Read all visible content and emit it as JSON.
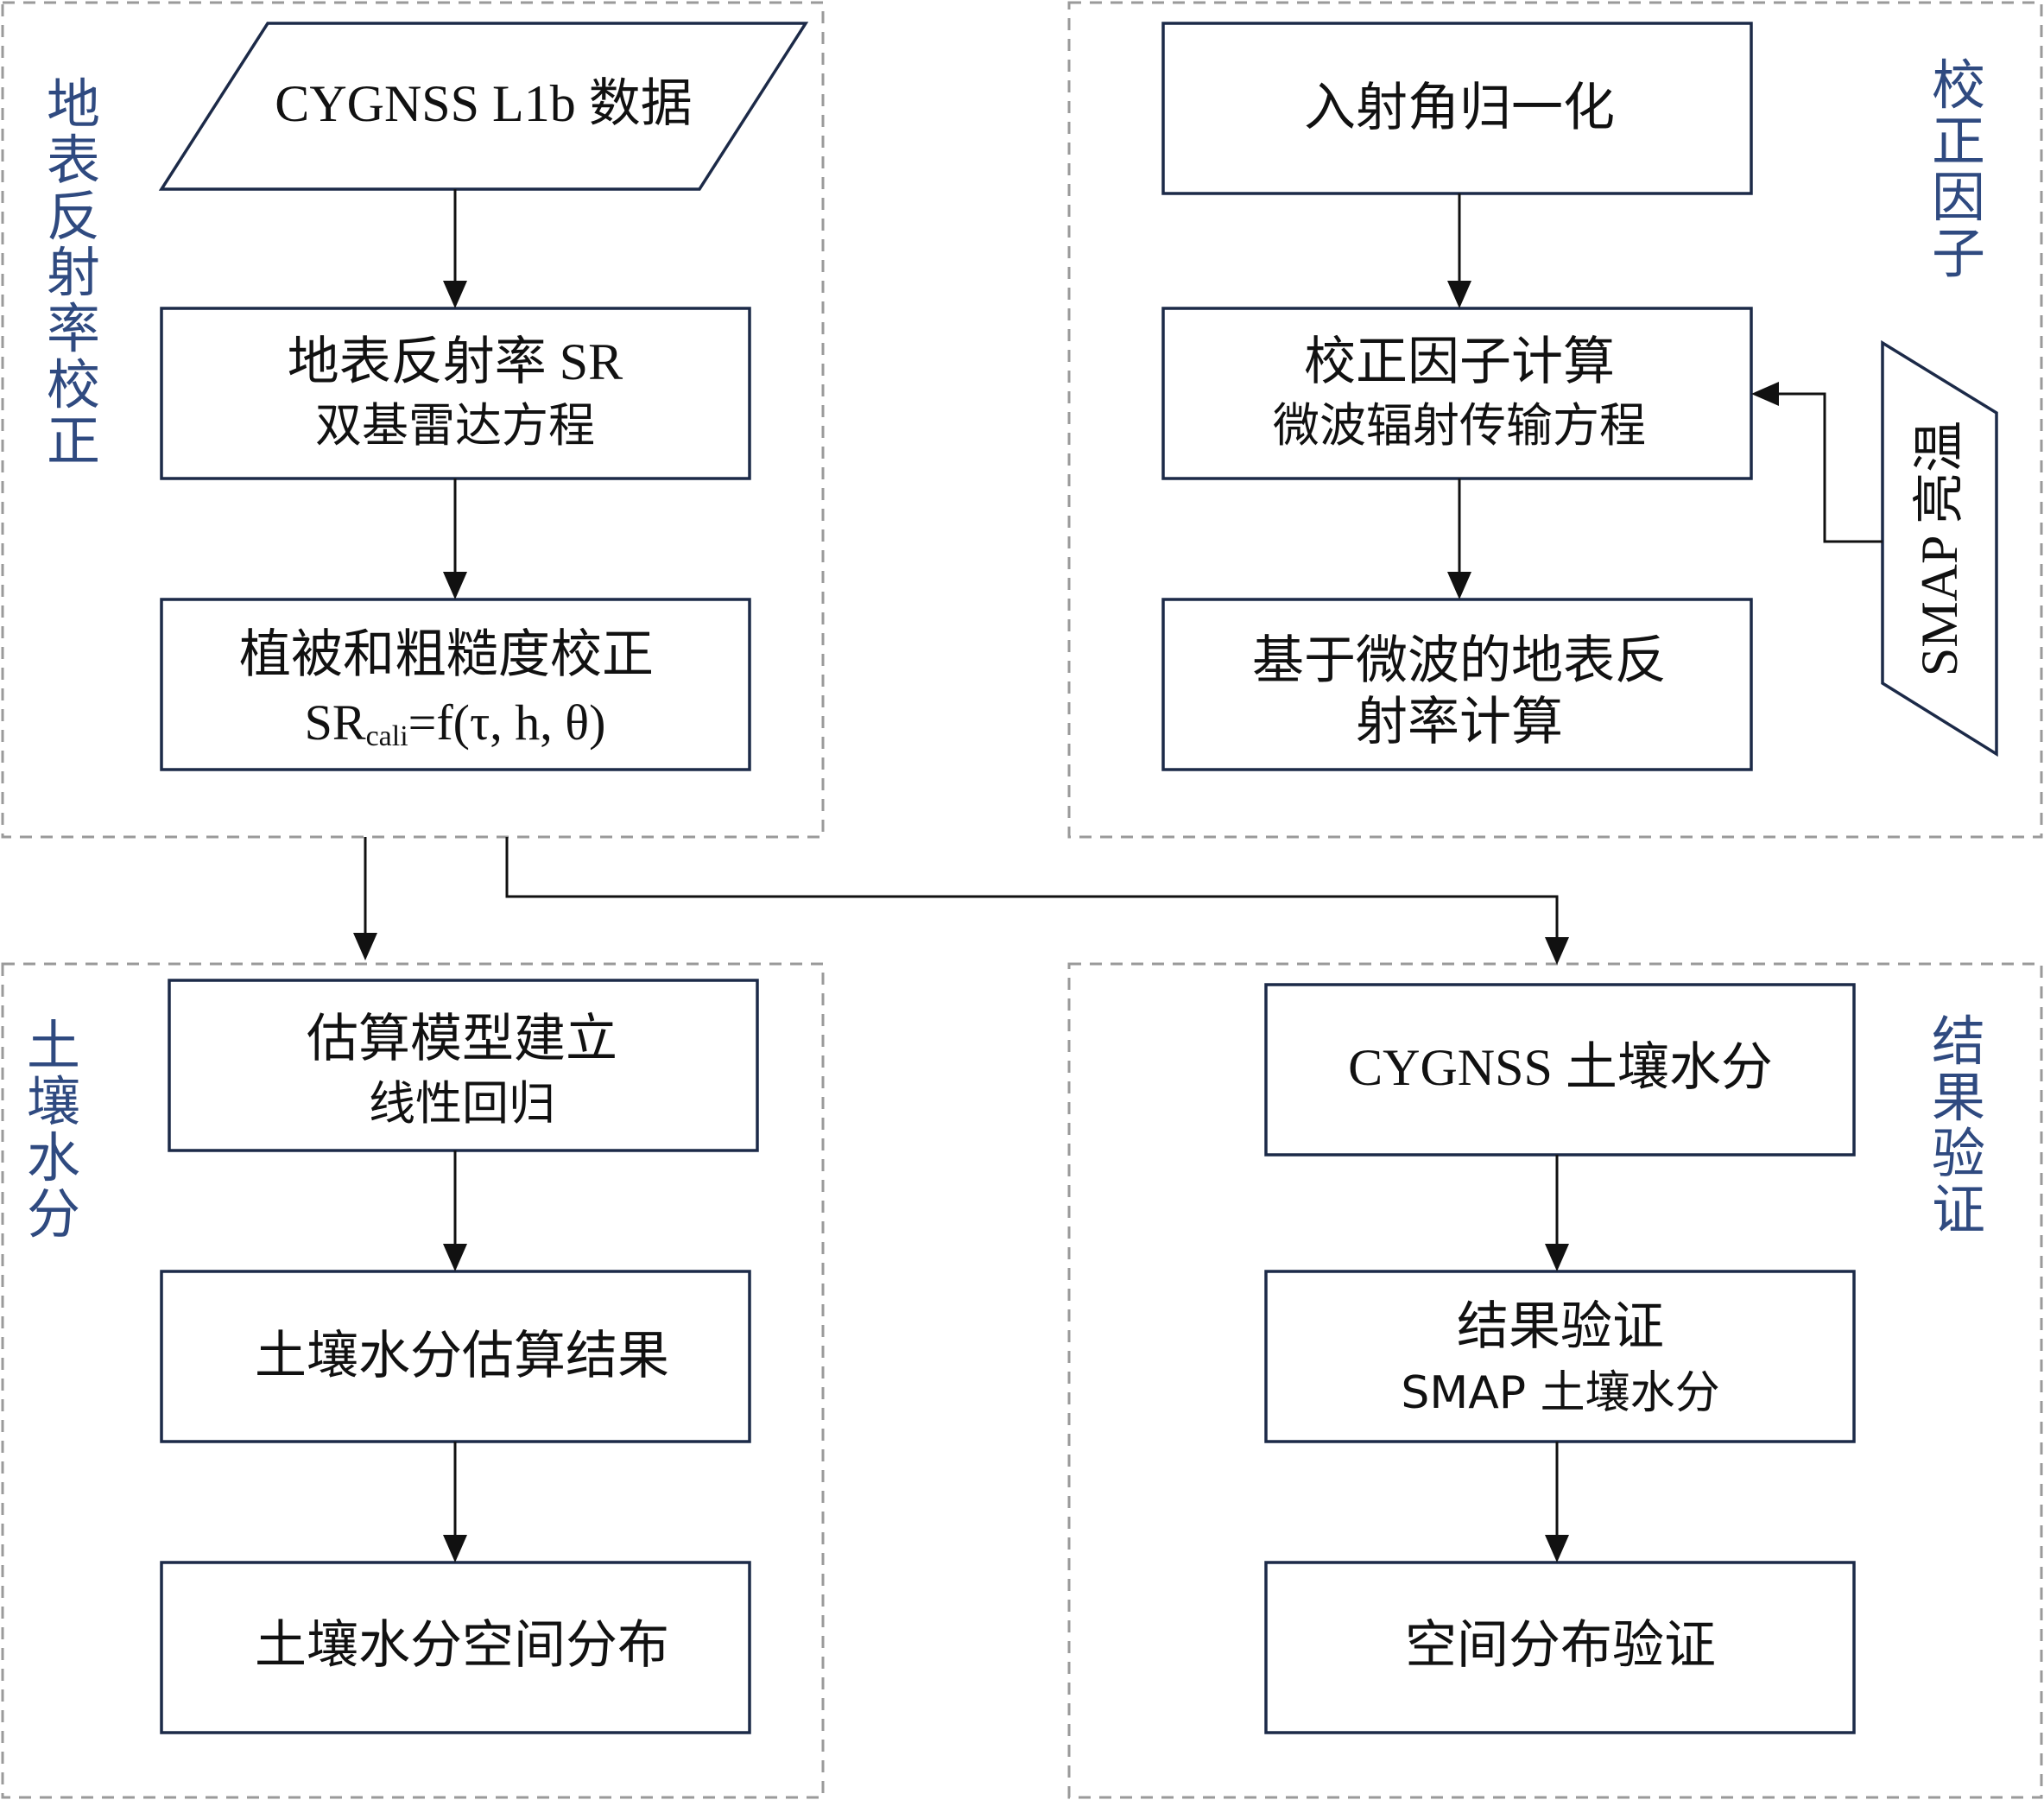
{
  "panels": {
    "surface_reflectivity_correction": {
      "label_chars": [
        "地",
        "表",
        "反",
        "射",
        "率",
        "校",
        "正"
      ],
      "input": "CYGNSS L1b 数据",
      "step1": {
        "line1": "地表反射率 SR",
        "line2": "双基雷达方程"
      },
      "step2": {
        "line1": "植被和粗糙度校正",
        "formula_main": "SR",
        "formula_sub": "cali",
        "formula_rest": "=f(τ, h, θ)"
      }
    },
    "correction_factor": {
      "label_chars": [
        "校",
        "正",
        "因",
        "子"
      ],
      "step1": "入射角归一化",
      "step2": {
        "line1": "校正因子计算",
        "line2": "微波辐射传输方程"
      },
      "step3": {
        "line1": "基于微波的地表反",
        "line2": "射率计算"
      },
      "input": "SMAP 亮温"
    },
    "soil_moisture": {
      "label_chars": [
        "土",
        "壤",
        "水",
        "分"
      ],
      "step1": {
        "line1": "估算模型建立",
        "line2": "线性回归"
      },
      "step2": "土壤水分估算结果",
      "step3": "土壤水分空间分布"
    },
    "result_validation": {
      "label_chars": [
        "结",
        "果",
        "验",
        "证"
      ],
      "step1": "CYGNSS 土壤水分",
      "step2": {
        "line1": "结果验证",
        "line2": "SMAP 土壤水分"
      },
      "step3": "空间分布验证"
    }
  },
  "colors": {
    "panel_label": "#2f4a80",
    "box_border": "#1c2a48",
    "panel_border": "#9a9a9a"
  }
}
